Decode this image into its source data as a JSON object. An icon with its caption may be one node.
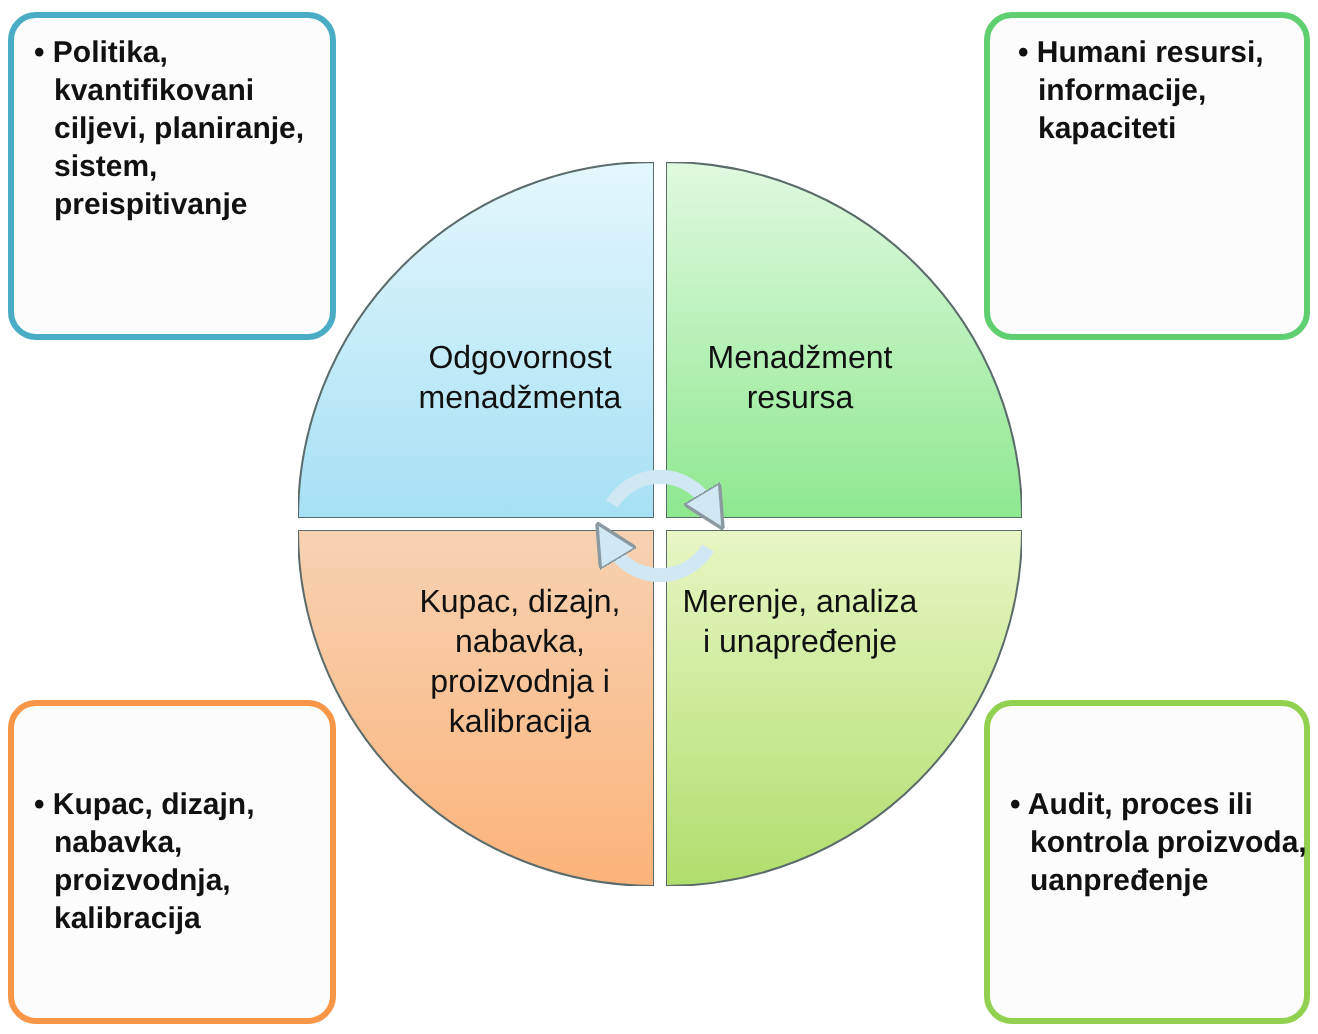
{
  "diagram": {
    "nodes": [
      {
        "text": [
          "• Politika, kvantifikovani ciljevi, planiranje, sistem, preispitivanje"
        ]
      },
      {
        "text": [
          "• Humani resursi, informacije, kapaciteti"
        ]
      },
      {
        "text": [
          "Odgovornost menadžmenta"
        ]
      },
      {
        "text": [
          "Menadžment resursa"
        ]
      },
      {
        "text": [
          "Kupac, dizajn, nabavka, proizvodnja i kalibracija"
        ]
      },
      {
        "text": [
          "Merenje, analiza i unapređenje"
        ]
      },
      {
        "text": [
          "• Kupac, dizajn, nabavka, proizvodnja, kalibracija"
        ]
      },
      {
        "text": [
          "• Audit, proces ili kontrola proizvoda, uanpređenje"
        ]
      }
    ],
    "edges": [
      {
        "from": 2,
        "to": 3,
        "arrow": "to"
      },
      {
        "from": 5,
        "to": 4,
        "arrow": "to"
      }
    ]
  }
}
